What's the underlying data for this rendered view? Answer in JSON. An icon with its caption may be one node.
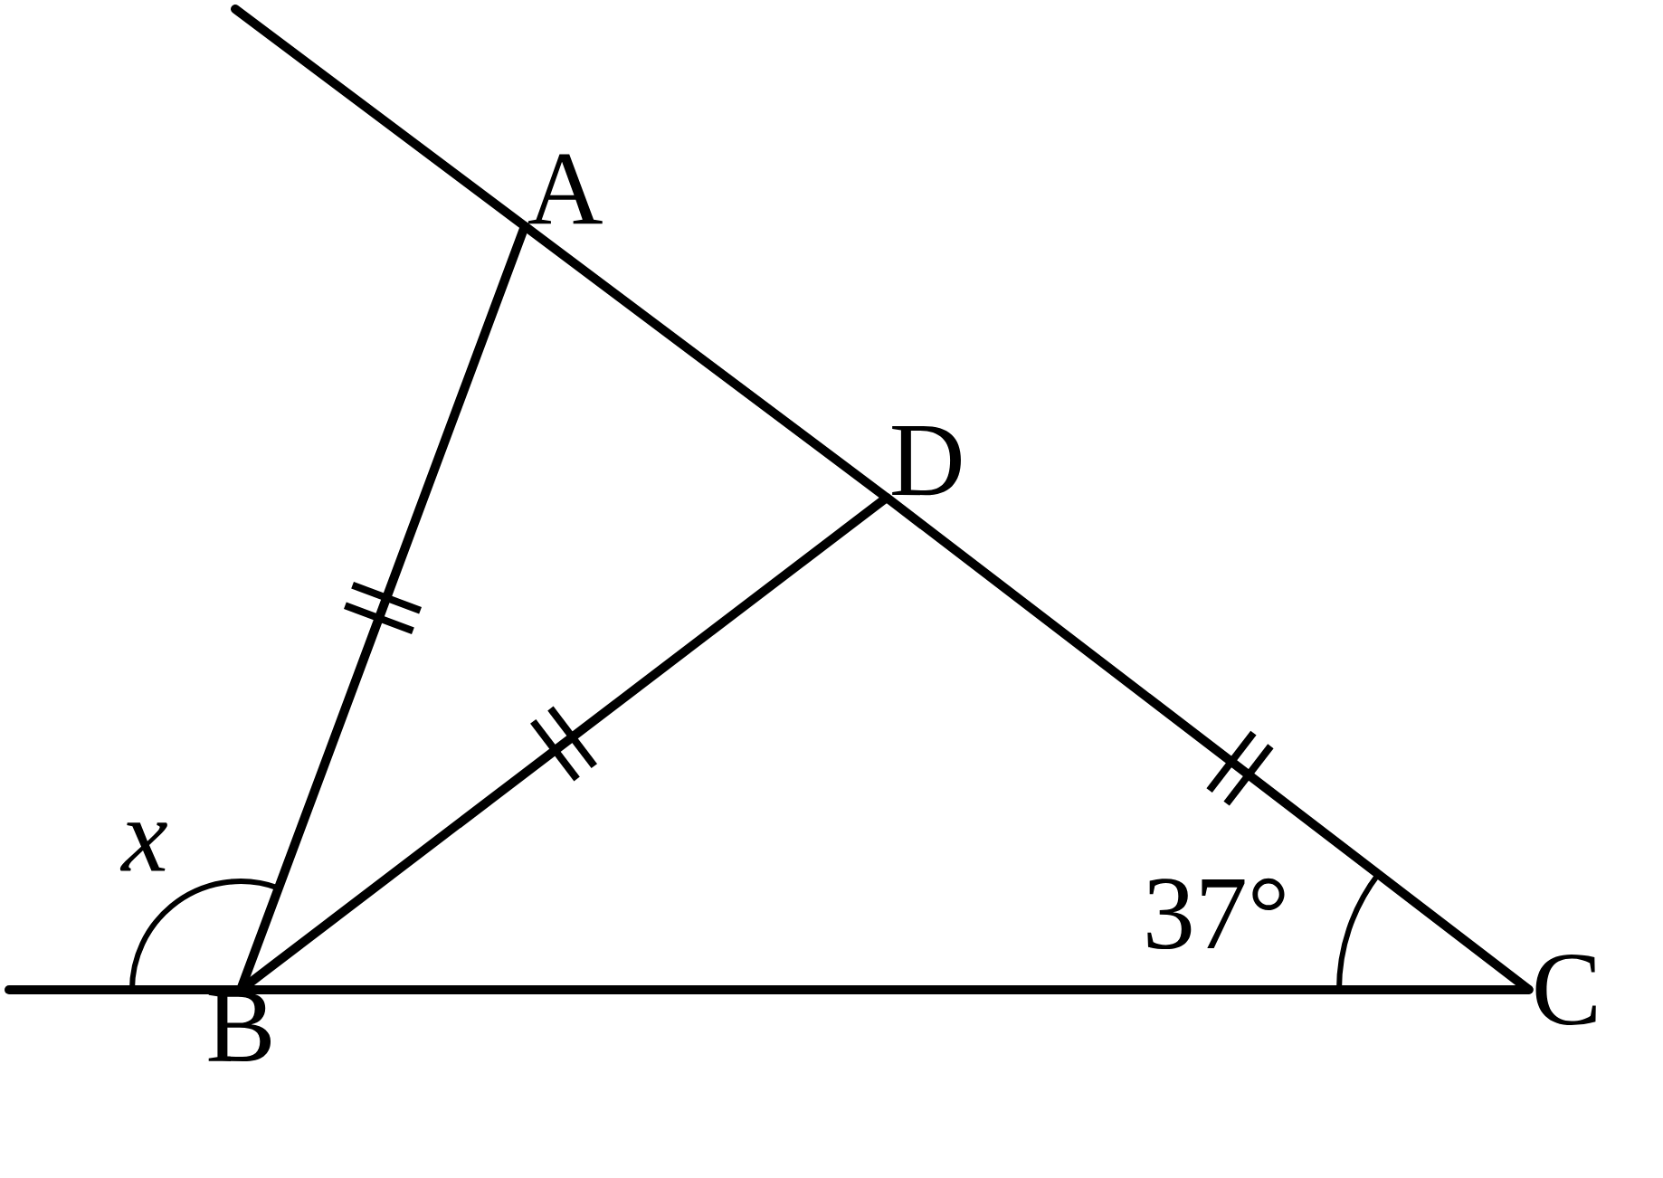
{
  "diagram": {
    "nodes": [
      {
        "text": [
          "A"
        ]
      },
      {
        "text": [
          "B"
        ]
      },
      {
        "text": [
          "C"
        ]
      },
      {
        "text": [
          "D"
        ]
      }
    ],
    "edges": [
      {
        "from": 0,
        "to": 1,
        "arrow": "none"
      },
      {
        "from": 1,
        "to": 3,
        "arrow": "none"
      },
      {
        "from": 0,
        "to": 3,
        "arrow": "none"
      },
      {
        "from": 3,
        "to": 2,
        "arrow": "none"
      },
      {
        "from": 1,
        "to": 2,
        "arrow": "none"
      },
      {
        "from": null,
        "to": 0,
        "arrow": "none"
      },
      {
        "from": null,
        "to": 1,
        "arrow": "none"
      }
    ],
    "labels": [
      "x",
      "37°"
    ]
  }
}
